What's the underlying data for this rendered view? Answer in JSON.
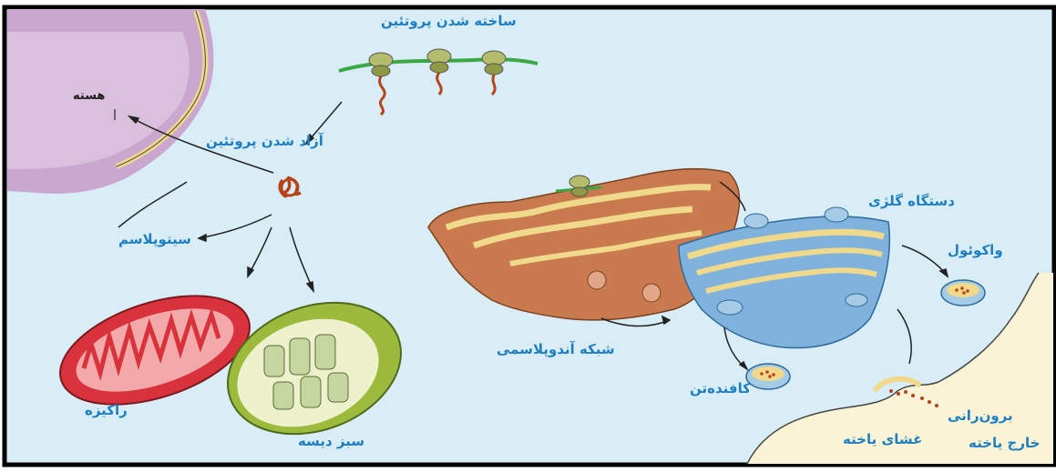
{
  "labels": {
    "protein_synthesis": "ساخته شدن پروتئین",
    "nucleus": "هسته",
    "protein_release": "آزاد شدن پروتئین",
    "cytoplasm": "سیتوپلاسم",
    "mitochondrion": "راکیزه",
    "chloroplast": "سبز دیسه",
    "er": "شبکه آندوپلاسمی",
    "golgi": "دستگاه گلژی",
    "vacuole": "واکوئول",
    "lysosome": "کافنده‌تن",
    "exocytosis": "برون‌رانی",
    "cell_membrane": "غشای یاخته",
    "outside_cell": "خارج یاخته"
  },
  "colors": {
    "background": "#d9edf7",
    "frame": "#000000",
    "nucleus": "#c9a7cf",
    "membrane": "#f0d98a",
    "ribosome": "#8f9a45",
    "rna": "#3aa845",
    "protein": "#b5441b",
    "mitochondrion": "#d8333c",
    "chloroplast": "#9cba3c",
    "er": "#c97a4e",
    "golgi": "#7fb2dc",
    "vesicle": "#a6cbe6",
    "outside": "#fbf3d6",
    "label": "#1f7fc0"
  }
}
